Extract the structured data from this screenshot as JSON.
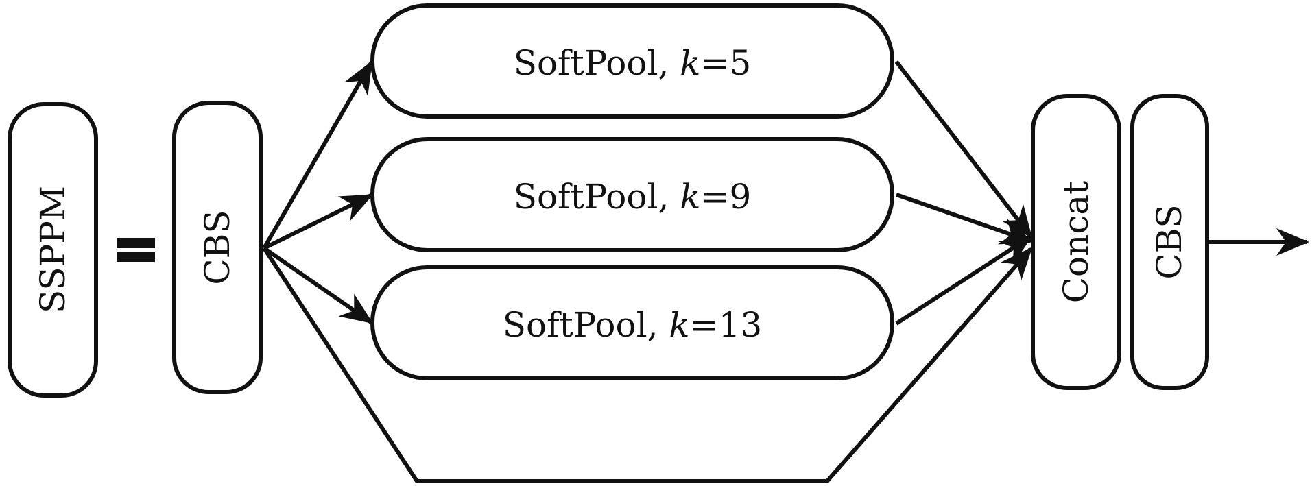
{
  "diagram": {
    "module_label": "SSPPM",
    "input_block": "CBS",
    "pools": [
      {
        "name": "SoftPool, ",
        "param": "k",
        "value": "=5"
      },
      {
        "name": "SoftPool, ",
        "param": "k",
        "value": "=9"
      },
      {
        "name": "SoftPool, ",
        "param": "k",
        "value": "=13"
      }
    ],
    "concat_block": "Concat",
    "output_block": "CBS"
  }
}
